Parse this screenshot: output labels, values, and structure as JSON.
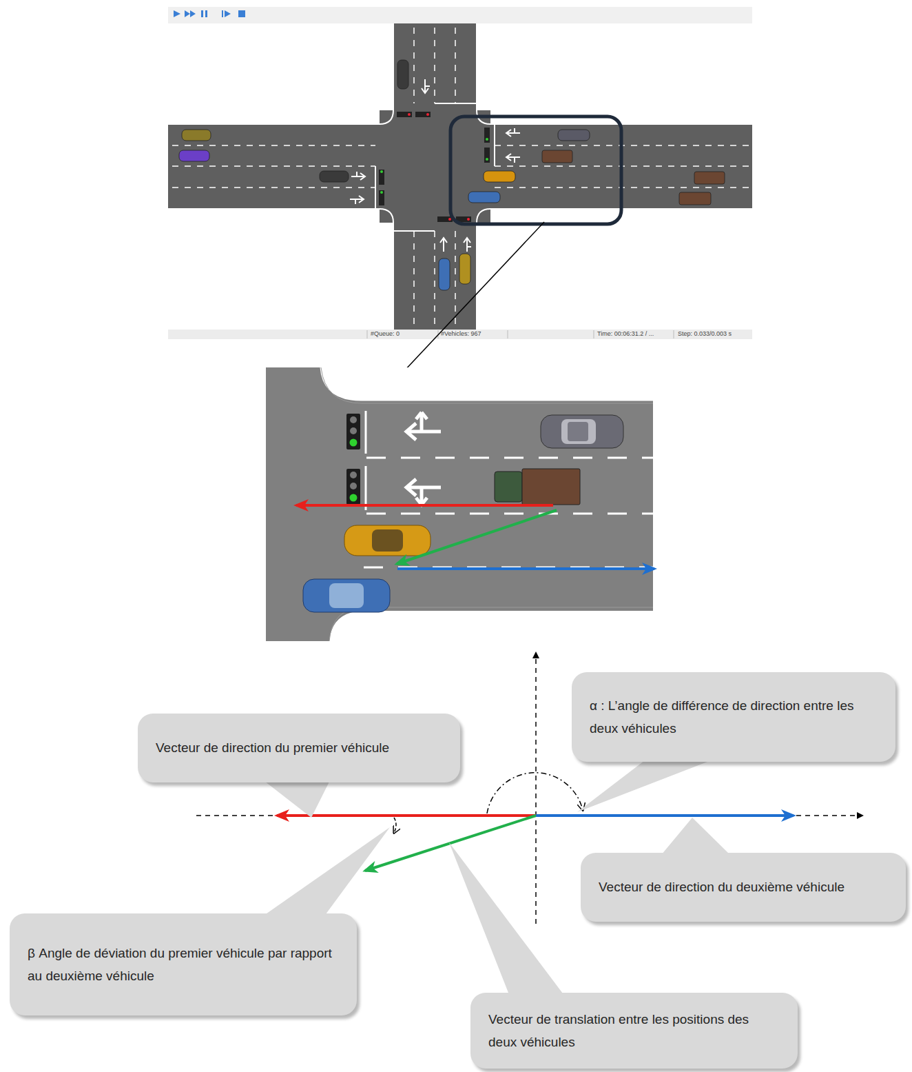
{
  "diagram": {
    "nodes": [
      {
        "text": [
          "α : L’angle de différence de direction entre les deux véhicules"
        ]
      },
      {
        "text": [
          "Vecteur de direction du premier véhicule"
        ]
      },
      {
        "text": [
          "Vecteur de direction du deuxième véhicule"
        ]
      },
      {
        "text": [
          "β Angle de déviation du premier véhicule par rapport au deuxième véhicule"
        ]
      },
      {
        "text": [
          "Vecteur de translation entre les positions des deux véhicules"
        ]
      }
    ],
    "labels": [
      "#Queue: 0",
      "#Vehicles: 967",
      "Time: 00:06:31.2 / ...",
      "Step: 0.033/0.003 s"
    ]
  }
}
